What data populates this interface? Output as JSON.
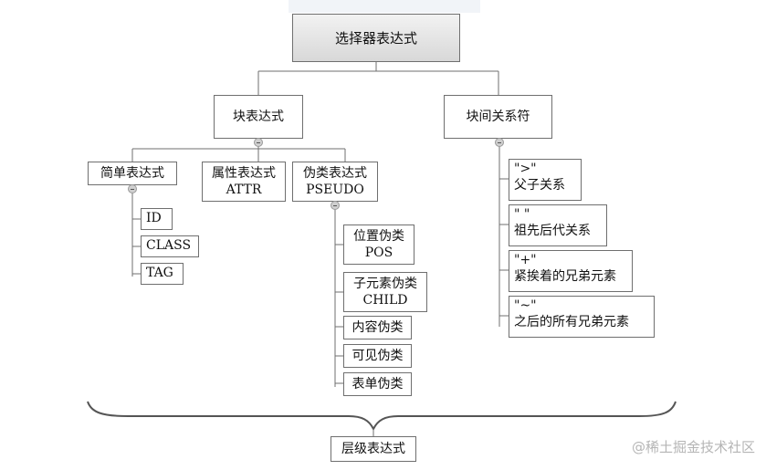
{
  "root": "选择器表达式",
  "block_expression": "块表达式",
  "inter_block_relation": "块间关系符",
  "simple_expression": {
    "label": "简单表达式",
    "items": [
      "ID",
      "CLASS",
      "TAG"
    ]
  },
  "attribute_expression": {
    "line1": "属性表达式",
    "line2": "ATTR"
  },
  "pseudo_expression": {
    "line1": "伪类表达式",
    "line2": "PSEUDO",
    "items": [
      {
        "line1": "位置伪类",
        "line2": "POS"
      },
      {
        "line1": "子元素伪类",
        "line2": "CHILD"
      },
      {
        "line1": "内容伪类"
      },
      {
        "line1": "可见伪类"
      },
      {
        "line1": "表单伪类"
      }
    ]
  },
  "relations": [
    {
      "symbol": "\">\"",
      "label": "父子关系"
    },
    {
      "symbol": "\" \"",
      "label": "祖先后代关系"
    },
    {
      "symbol": "\"+\"",
      "label": "紧挨着的兄弟元素"
    },
    {
      "symbol": "\"~\"",
      "label": "之后的所有兄弟元素"
    }
  ],
  "hierarchy_expression": "层级表达式",
  "watermark": "@稀土掘金技术社区"
}
